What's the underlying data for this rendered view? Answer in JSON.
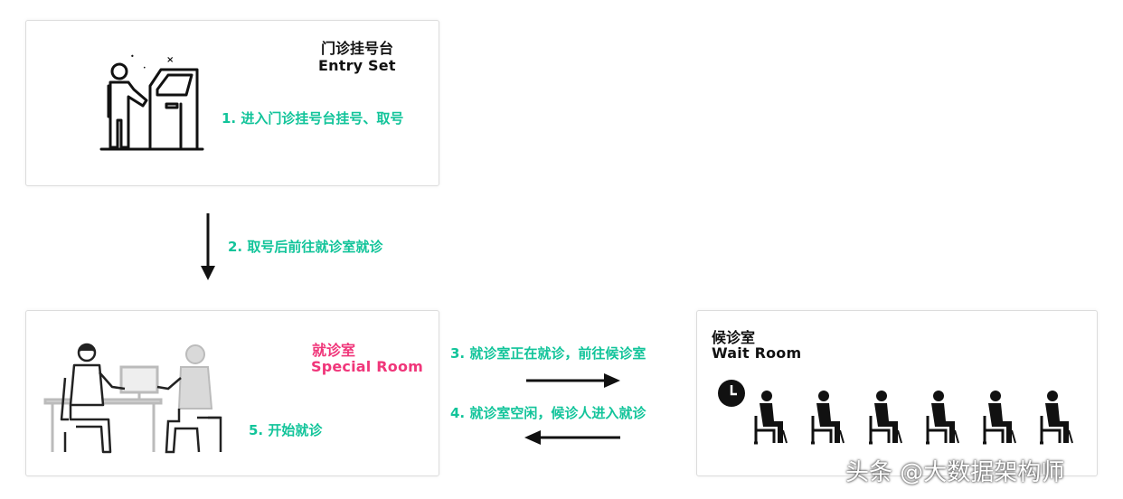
{
  "colors": {
    "step_text": "#12c49a",
    "special_room_title": "#f0367a",
    "dark": "#111111",
    "grey_figure": "#bdbdbd"
  },
  "entry_box": {
    "title_zh": "门诊挂号台",
    "title_en": "Entry Set",
    "step": "1. 进入门诊挂号台挂号、取号",
    "icon": "kiosk-person-icon"
  },
  "step2": "2. 取号后前往就诊室就诊",
  "special_box": {
    "title_zh": "就诊室",
    "title_en": "Special Room",
    "step": "5. 开始就诊",
    "icon": "doctor-patient-icon"
  },
  "step3": "3. 就诊室正在就诊，前往候诊室",
  "step4": "4. 就诊室空闲，候诊人进入就诊",
  "wait_box": {
    "title_zh": "候诊室",
    "title_en": "Wait Room",
    "icons": [
      "clock-icon",
      "seated-person-icon"
    ]
  },
  "watermark": "头条 @大数据架构师"
}
